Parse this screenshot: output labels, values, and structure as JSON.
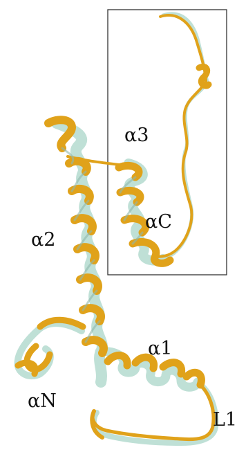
{
  "labels": {
    "alpha3": "α3",
    "alphaC": "αC",
    "alpha2": "α2",
    "alpha1": "α1",
    "alphaN": "αN",
    "loop1": "L1"
  },
  "colors": {
    "structure_a": "#e0a21a",
    "structure_a_dark": "#b57a08",
    "structure_b": "#bfe0d6",
    "structure_b_dark": "#8fb8ab",
    "box_outline": "#333333"
  }
}
